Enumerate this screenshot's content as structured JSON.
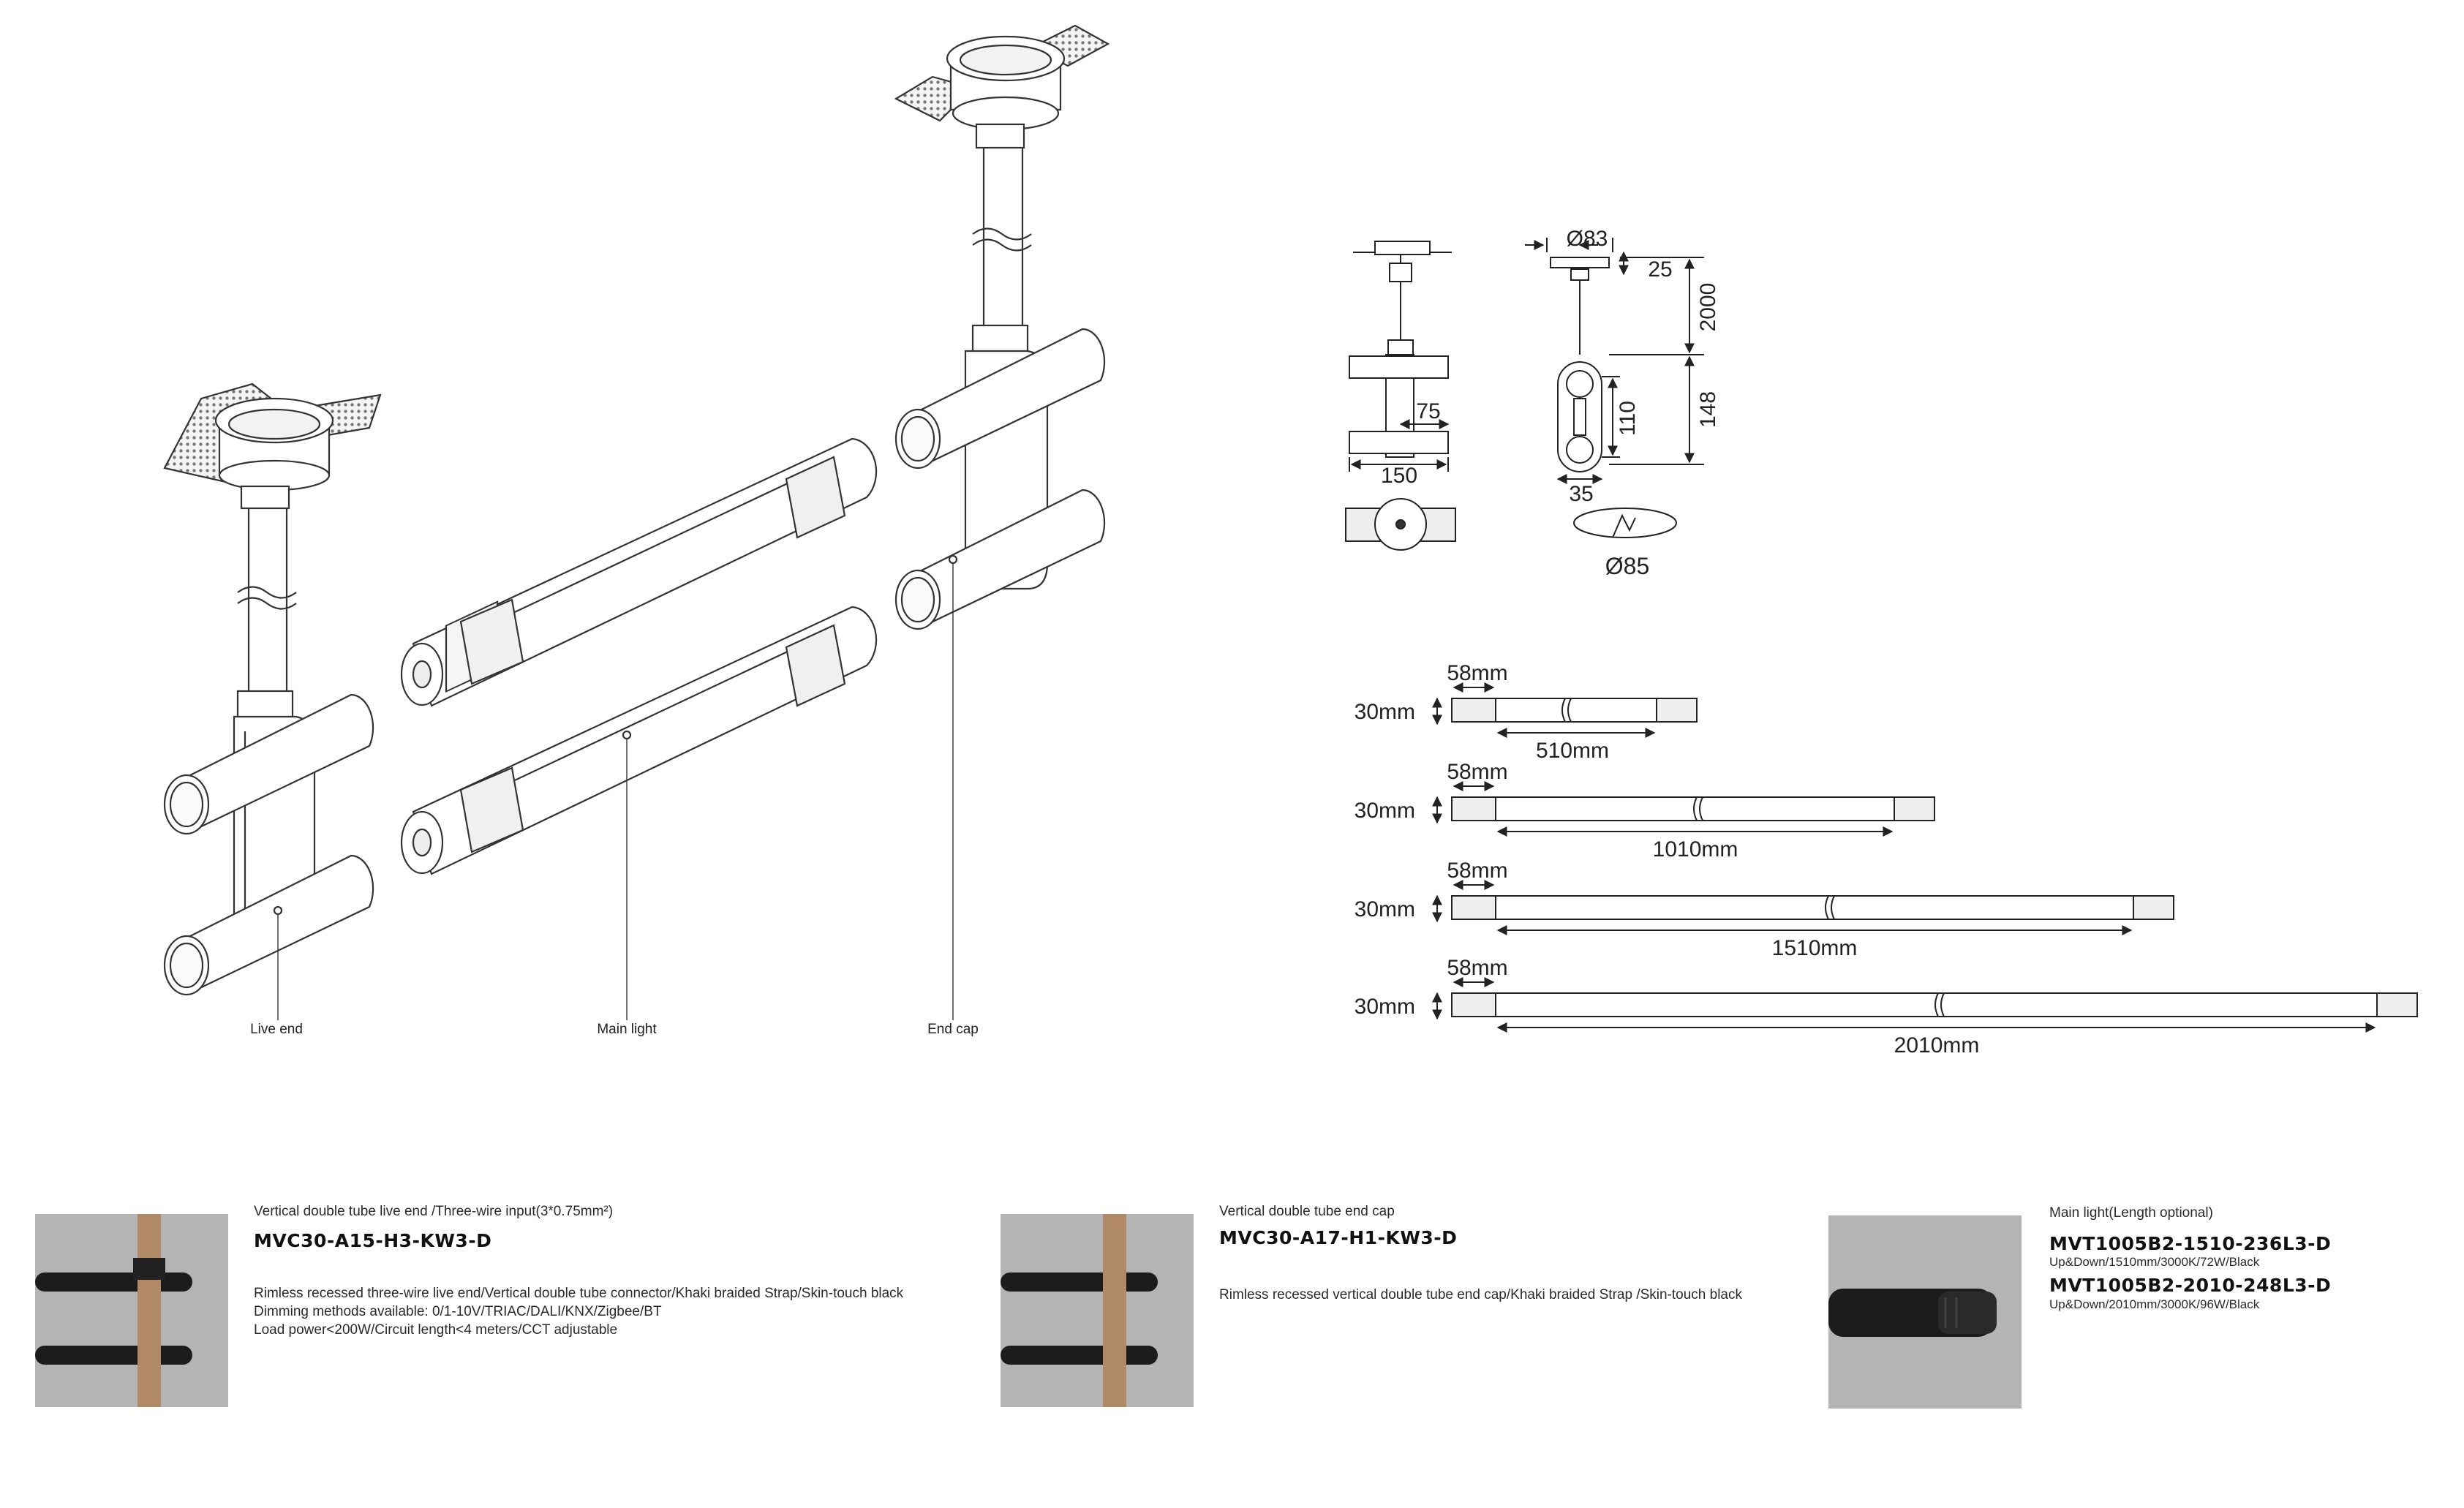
{
  "diagram_labels": {
    "live_end": "Live end",
    "main_light": "Main light",
    "end_cap": "End cap"
  },
  "dimensions": {
    "d83": "Ø83",
    "d25": "25",
    "d2000": "2000",
    "d148": "148",
    "d110": "110",
    "d35": "35",
    "d75": "75",
    "d150": "150",
    "d85": "Ø85"
  },
  "tube_lengths": [
    {
      "height": "30mm",
      "cap": "58mm",
      "length": "510mm"
    },
    {
      "height": "30mm",
      "cap": "58mm",
      "length": "1010mm"
    },
    {
      "height": "30mm",
      "cap": "58mm",
      "length": "1510mm"
    },
    {
      "height": "30mm",
      "cap": "58mm",
      "length": "2010mm"
    }
  ],
  "products": [
    {
      "title": "Vertical double tube live end /Three-wire input(3*0.75mm²)",
      "code": "MVC30-A15-H3-KW3-D",
      "desc": [
        "Rimless recessed three-wire live end/Vertical double tube connector/Khaki braided Strap/Skin-touch black",
        "Dimming methods available: 0/1-10V/TRIAC/DALI/KNX/Zigbee/BT",
        "Load power<200W/Circuit length<4 meters/CCT adjustable"
      ]
    },
    {
      "title": "Vertical double tube end cap",
      "code": "MVC30-A17-H1-KW3-D",
      "desc": [
        "Rimless recessed vertical double tube end cap/Khaki braided Strap /Skin-touch black"
      ]
    },
    {
      "title": "Main light(Length optional)",
      "variants": [
        {
          "code": "MVT1005B2-1510-236L3-D",
          "spec": "Up&Down/1510mm/3000K/72W/Black"
        },
        {
          "code": "MVT1005B2-2010-248L3-D",
          "spec": "Up&Down/2010mm/3000K/96W/Black"
        }
      ]
    }
  ],
  "colors": {
    "photo_bg": "#b4b4b4",
    "tube": "#1c1c1c",
    "strap": "#b08a68",
    "line": "#222222"
  }
}
